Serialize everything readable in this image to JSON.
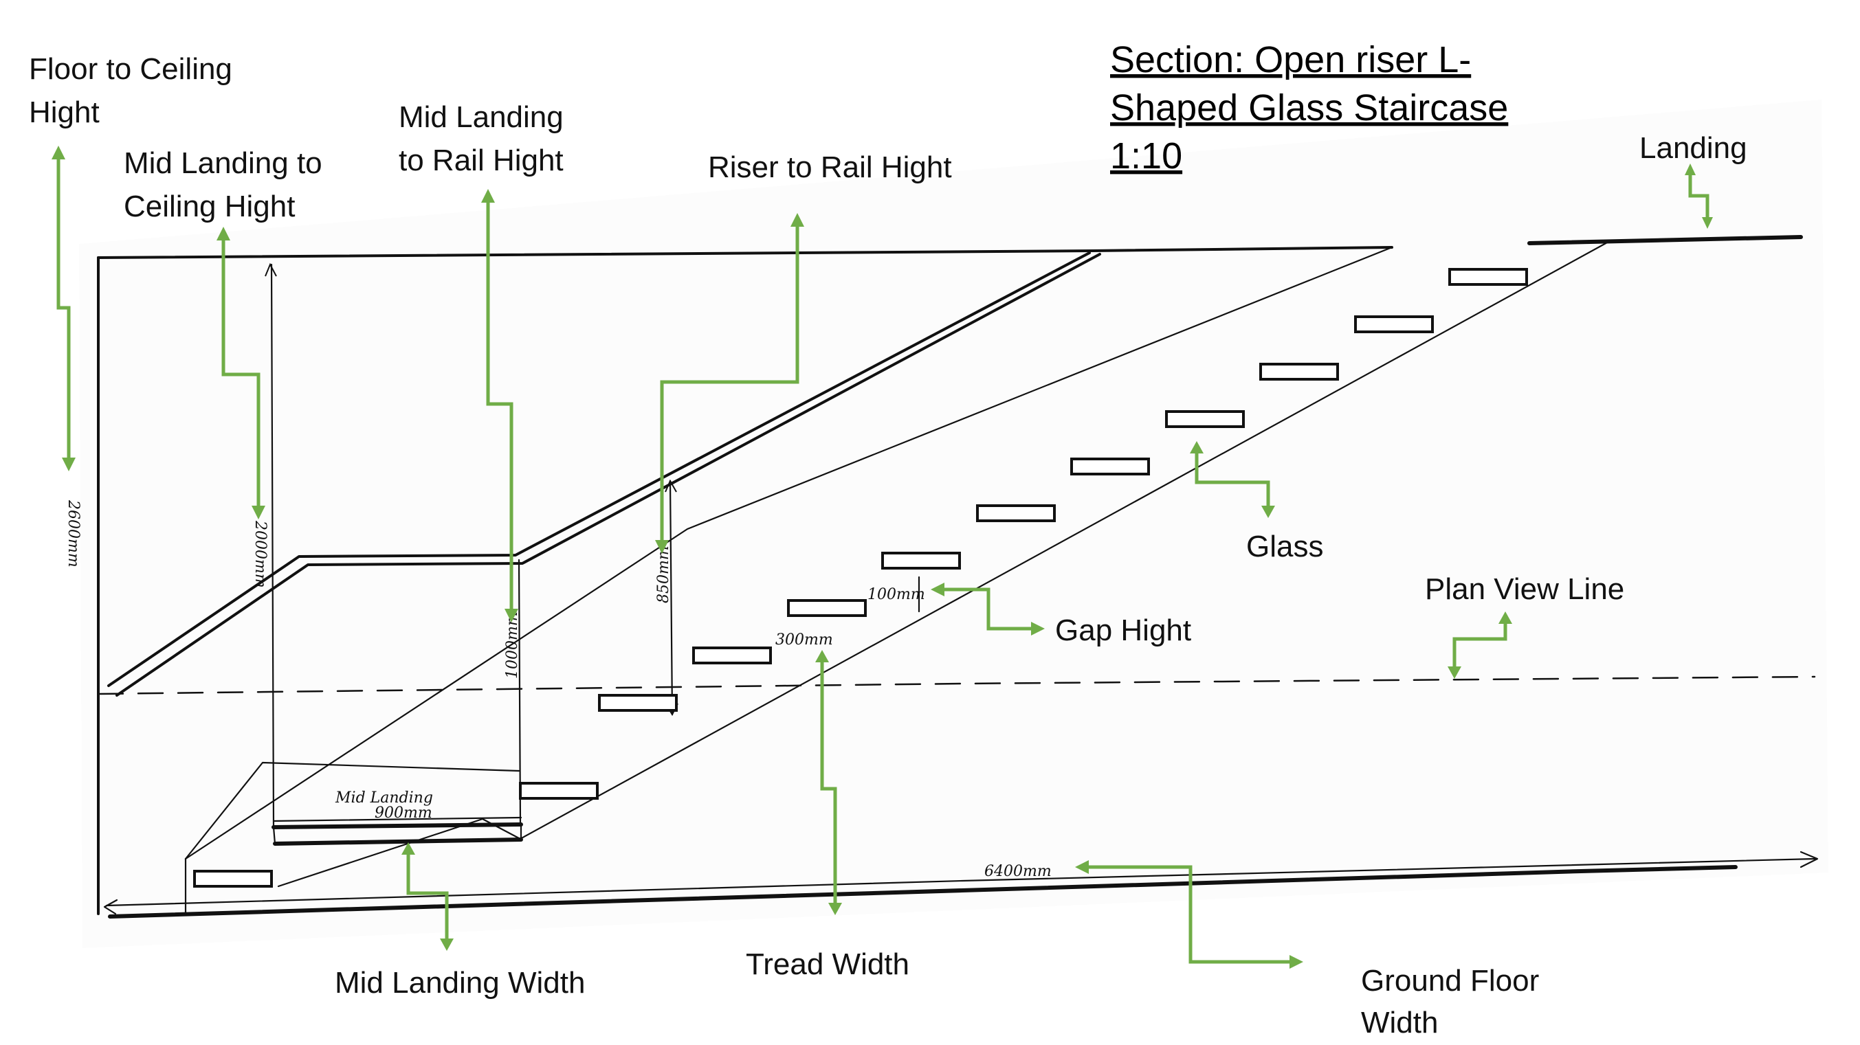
{
  "title": {
    "lines": [
      "Section: Open riser L-",
      "Shaped Glass Staircase",
      "1:10"
    ]
  },
  "labels": {
    "floor_to_ceiling": [
      "Floor to Ceiling",
      "Hight"
    ],
    "mid_landing_to_ceiling": [
      "Mid Landing to",
      "Ceiling Hight"
    ],
    "mid_landing_to_rail": [
      "Mid Landing",
      "to Rail Hight"
    ],
    "riser_to_rail": [
      "Riser to Rail Hight"
    ],
    "landing": [
      "Landing"
    ],
    "glass": [
      "Glass"
    ],
    "plan_view_line": [
      "Plan View Line"
    ],
    "gap_hight": [
      "Gap Hight"
    ],
    "mid_landing_width": [
      "Mid Landing Width"
    ],
    "tread_width": [
      "Tread Width"
    ],
    "ground_floor_width": [
      "Ground Floor",
      "Width"
    ]
  },
  "dimensions": {
    "floor_to_ceiling": "2600mm",
    "mid_landing_to_ceiling": "2000mm",
    "mid_landing_to_rail": "1000mm",
    "riser_to_rail": "850mm",
    "gap_height": "100mm",
    "tread_width": "300mm",
    "mid_landing_caption": "Mid Landing",
    "mid_landing_width": "900mm",
    "ground_floor_width": "6400mm"
  },
  "colors": {
    "leader_green": "#70ad47",
    "ink": "#111111",
    "background": "#ffffff"
  },
  "stair": {
    "lower_flight_treads": 2,
    "upper_flight_treads": 10
  }
}
